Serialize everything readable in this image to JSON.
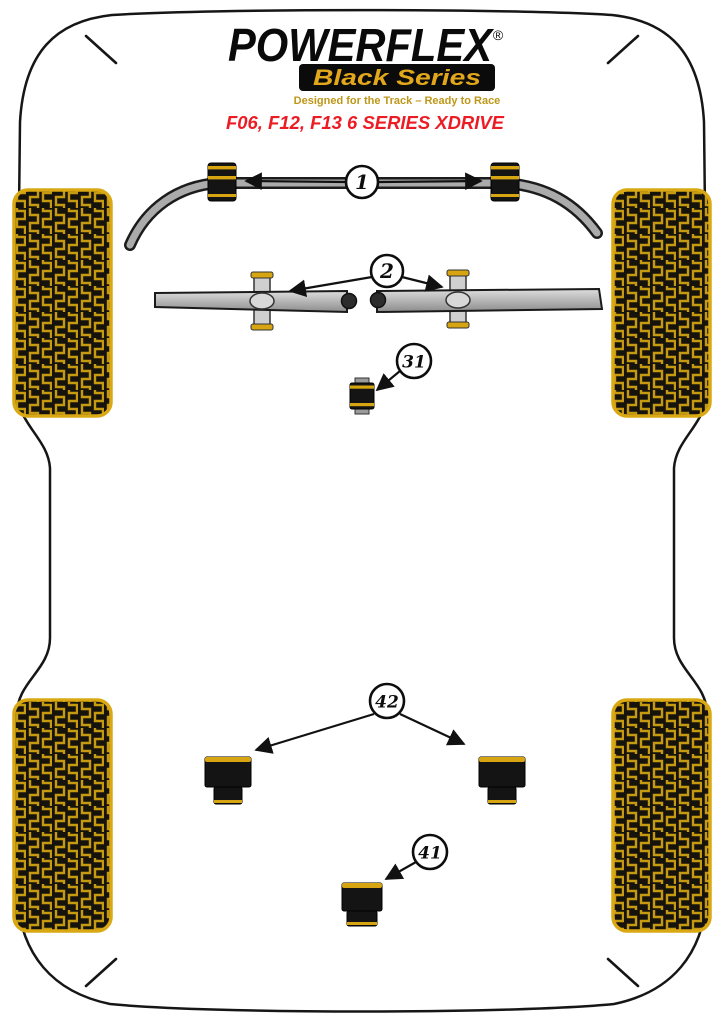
{
  "header": {
    "brand": "POWERFLEX",
    "registered_mark": "®",
    "series": "Black Series",
    "tagline": "Designed for the Track – Ready to Race",
    "model": "F06, F12, F13 6 SERIES XDRIVE"
  },
  "colors": {
    "gold": "#D9A813",
    "series_gold": "#E2A71B",
    "tagline_gold": "#BE9719",
    "model_red": "#EC1C24",
    "outline_black": "#161616",
    "bar_gray": "#ABABAB"
  },
  "callouts": [
    {
      "label": "1"
    },
    {
      "label": "2"
    },
    {
      "label": "31"
    },
    {
      "label": "42"
    },
    {
      "label": "41"
    }
  ]
}
